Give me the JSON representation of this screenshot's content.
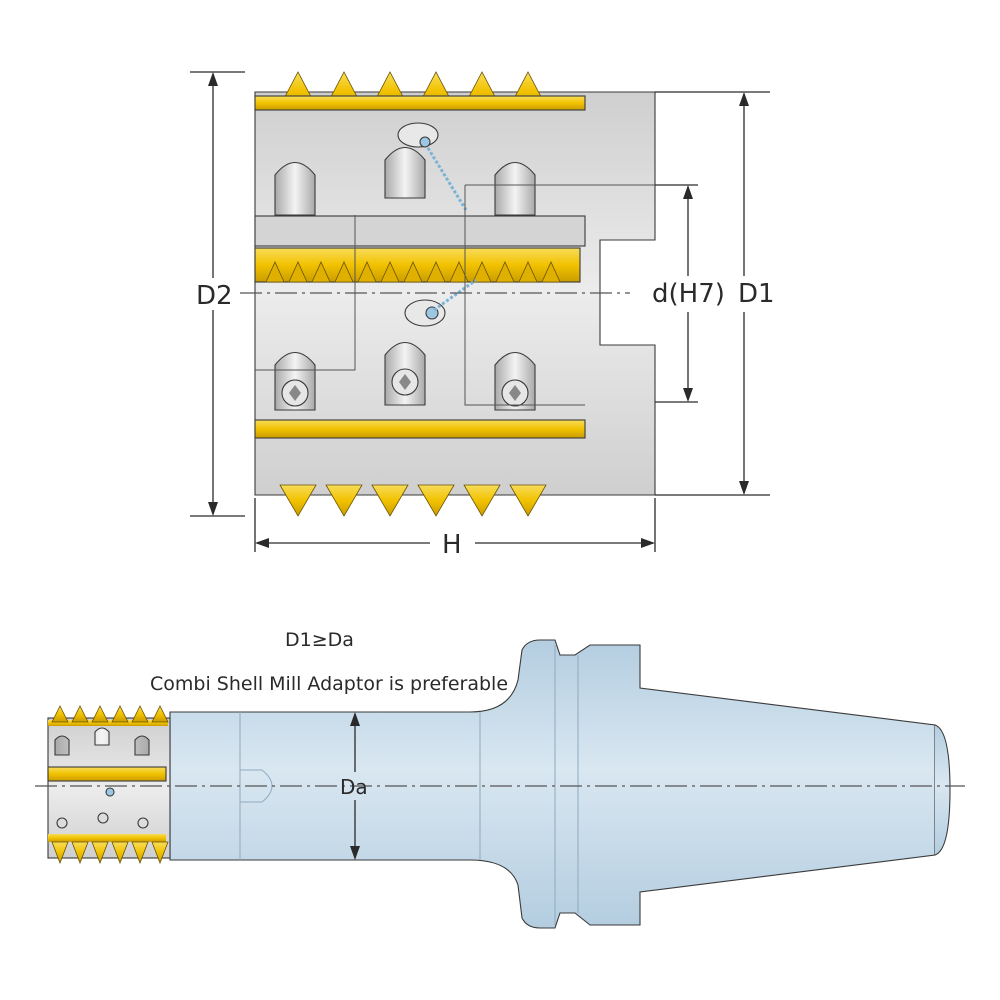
{
  "cutter_diagram": {
    "dim_D2": "D2",
    "dim_bore": "d(H7)",
    "dim_D1": "D1",
    "dim_H": "H"
  },
  "adaptor_diagram": {
    "condition": "D1≥Da",
    "note": "Combi Shell Mill Adaptor is preferable",
    "dim_Da": "Da"
  },
  "colors": {
    "steel": "#dcdcdc",
    "insert_gold": "#f2c200",
    "insert_shadow": "#c79a00",
    "holder_blue": "#c3d8e6",
    "coolant_blue": "#9cc7e2"
  }
}
